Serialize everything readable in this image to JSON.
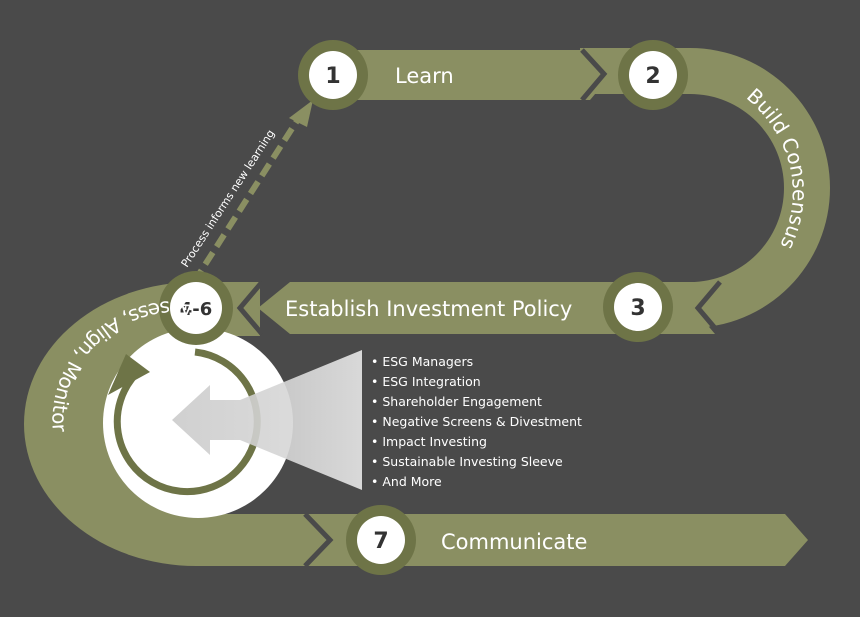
{
  "colors": {
    "background": "#4a4a4a",
    "band": "#8a8f62",
    "band_dark": "#6e7447",
    "ring": "#ffffff",
    "funnel": "#d9d9d9",
    "text": "#ffffff",
    "step_text": "#333333"
  },
  "steps": {
    "learn": {
      "number": "1",
      "label": "Learn"
    },
    "build": {
      "number": "2",
      "label": "Build Consensus"
    },
    "policy": {
      "number": "3",
      "label": "Establish Investment Policy"
    },
    "assess": {
      "number": "4-6",
      "label": "Assess, Align, Monitor"
    },
    "communicate": {
      "number": "7",
      "label": "Communicate"
    }
  },
  "feedback_note": "Process informs new learning",
  "strategies": [
    "• ESG Managers",
    "• ESG Integration",
    "• Shareholder Engagement",
    "• Negative Screens & Divestment",
    "• Impact Investing",
    "• Sustainable Investing Sleeve",
    "• And More"
  ],
  "icons": {
    "cycle": "circular-arrow-icon",
    "funnel": "funnel-arrow-icon",
    "feedback": "dashed-arrow-icon"
  }
}
